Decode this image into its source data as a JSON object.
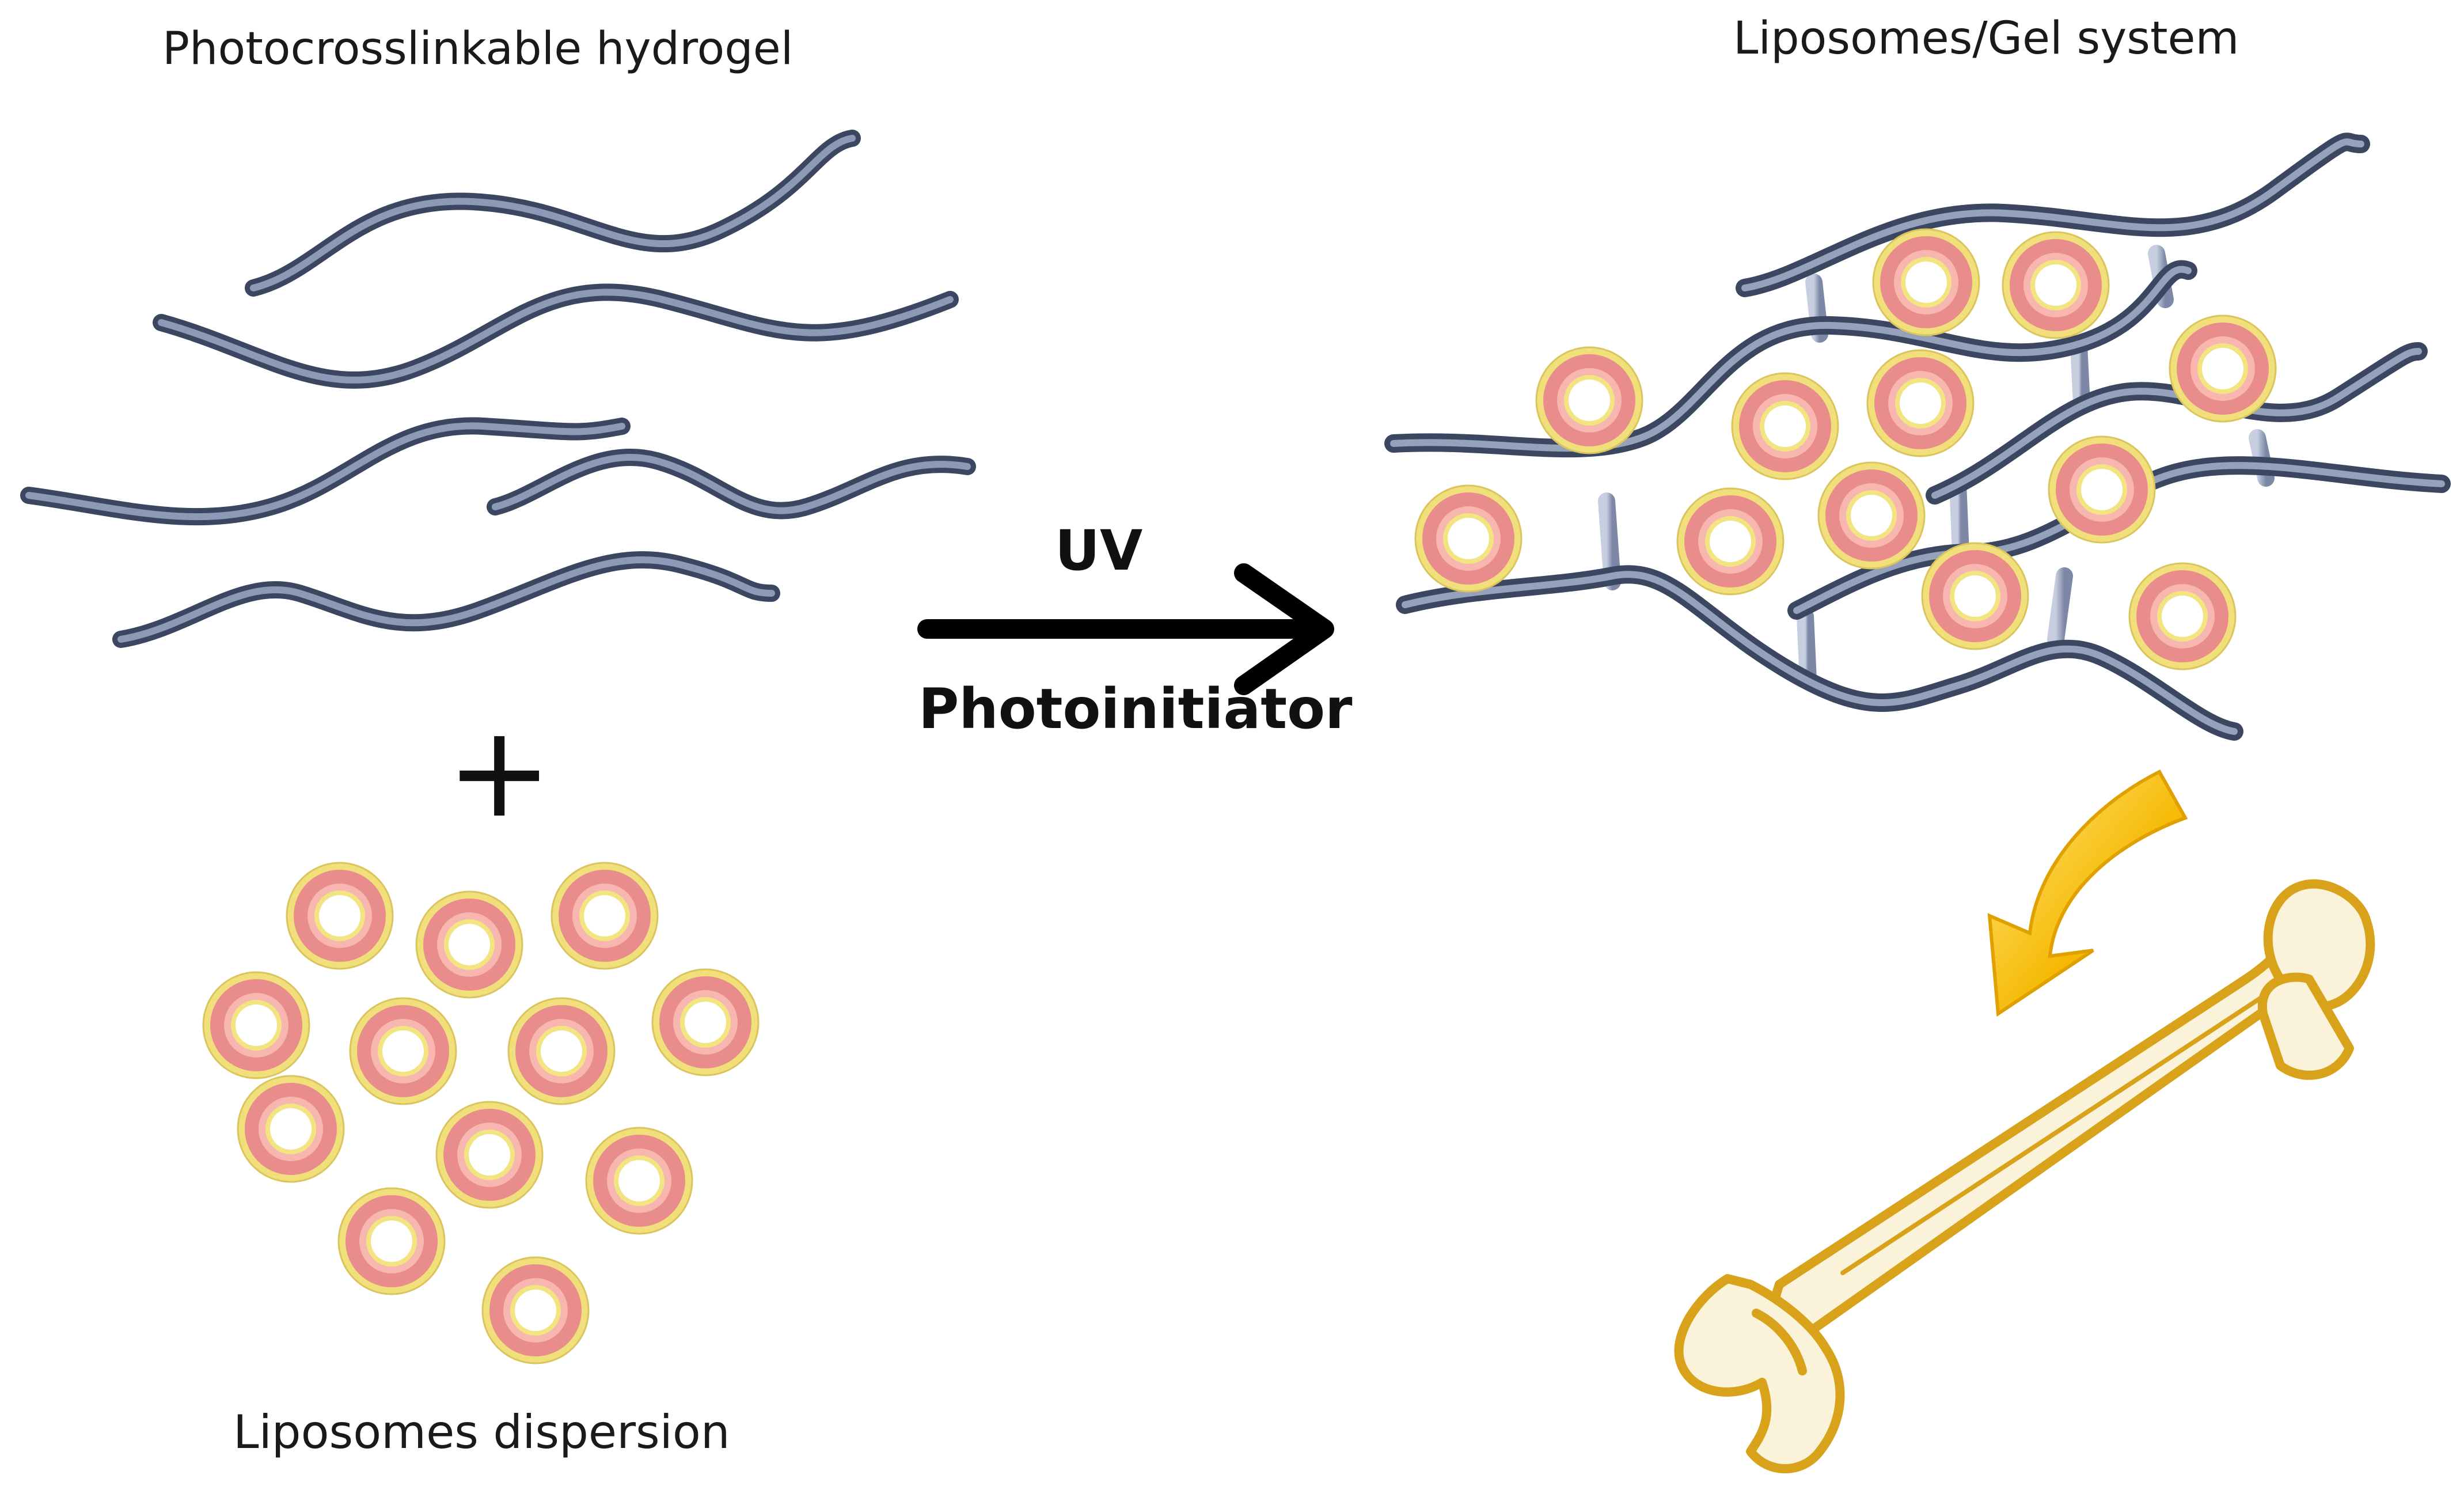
{
  "labels": {
    "hydrogel": "Photocrosslinkable hydrogel",
    "gel_system": "Liposomes/Gel system",
    "dispersion": "Liposomes dispersion",
    "uv": "UV",
    "photoinitiator": "Photoinitiator",
    "plus": "+"
  },
  "colors": {
    "strand": "#56637f",
    "strand_light": "#8f9ab4",
    "crosslink": "#b3bdd4",
    "liposome_outer": "#ecd86c",
    "liposome_ring": "#e98a8a",
    "liposome_inner": "#ffffff",
    "arrow": "#000000",
    "bone": "#d9a21b",
    "yellow_arrow": "#f5b800"
  },
  "icons": {
    "bone": "femur-bone-icon",
    "curved_arrow": "curved-arrow-icon",
    "process_arrow": "arrow-right-icon"
  }
}
